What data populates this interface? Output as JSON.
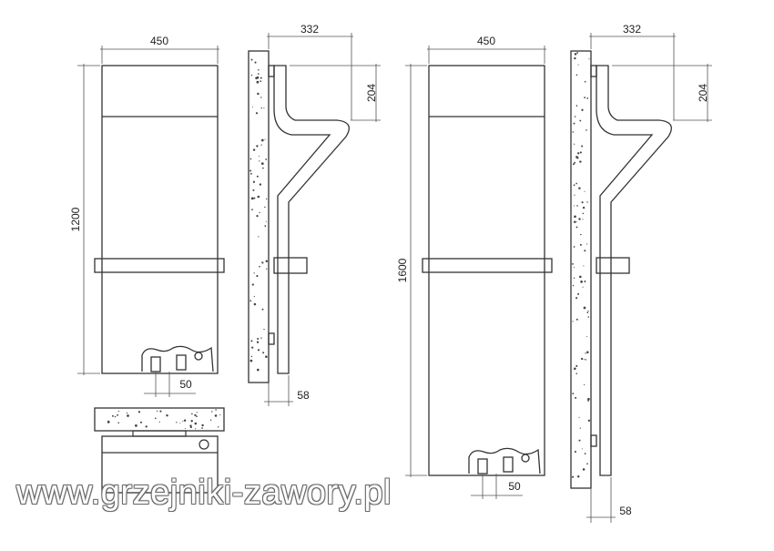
{
  "dimensions": {
    "small_width": "450",
    "small_depth": "332",
    "small_top_offset": "204",
    "small_height": "1200",
    "small_valve_spacing": "50",
    "small_wall_gap": "58",
    "large_width": "450",
    "large_depth": "332",
    "large_top_offset": "204",
    "large_height": "1600",
    "large_valve_spacing": "50",
    "large_wall_gap": "58"
  },
  "watermark": "www.grzejniki-zawory.pl",
  "colors": {
    "line": "#333333",
    "dim": "#555555",
    "wall_dot": "#444444"
  }
}
